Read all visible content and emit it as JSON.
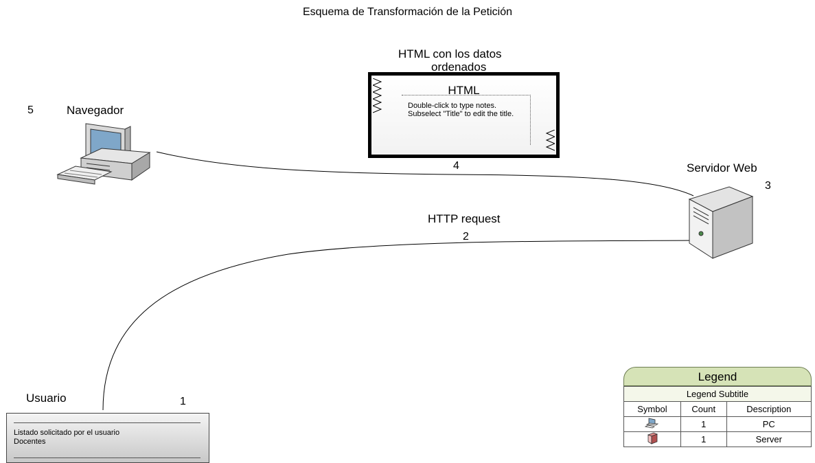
{
  "title": "Esquema de Transformación de la Petición",
  "nodes": {
    "navegador": {
      "number": "5",
      "label": "Navegador"
    },
    "servidor": {
      "number": "3",
      "label": "Servidor Web"
    },
    "usuario": {
      "number": "1",
      "label": "Usuario"
    },
    "html_doc": {
      "caption_line1": "HTML con los datos",
      "caption_line2": "ordenados",
      "title": "HTML",
      "notes": "Double-click to type notes.  Subselect \"Title\" to edit the title."
    }
  },
  "edges": {
    "response": {
      "number": "4"
    },
    "request": {
      "label": "HTTP request",
      "number": "2"
    }
  },
  "user_note": {
    "line1": "Listado solicitado por el usuario",
    "line2": "Docentes"
  },
  "legend": {
    "title": "Legend",
    "subtitle": "Legend Subtitle",
    "columns": [
      "Symbol",
      "Count",
      "Description"
    ],
    "rows": [
      {
        "symbol": "pc-icon",
        "count": "1",
        "description": "PC"
      },
      {
        "symbol": "server-icon",
        "count": "1",
        "description": "Server"
      }
    ]
  }
}
